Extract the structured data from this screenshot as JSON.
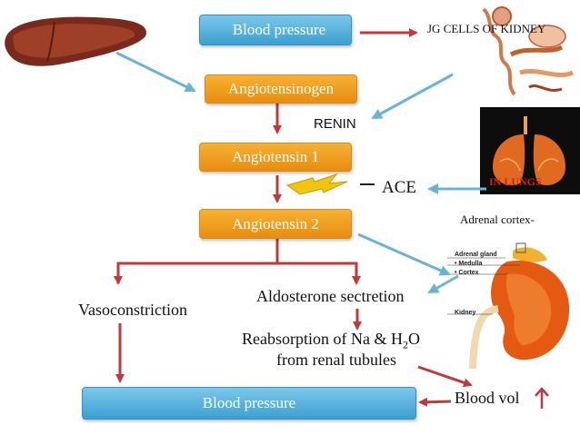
{
  "nodes": {
    "bp_top": "Blood pressure",
    "angiotensinogen": "Angiotensinogen",
    "angiotensin1": "Angiotensin 1",
    "angiotensin2": "Angiotensin 2",
    "bp_bottom": "Blood pressure"
  },
  "labels": {
    "jg_cells": "JG CELLS OF KIDNEY",
    "renin": "RENIN",
    "in_lungs": "IN LUNGS",
    "ace": "ACE",
    "adrenal_cortex": "Adrenal cortex-",
    "vasoconstriction": "Vasoconstriction",
    "aldosterone": "Aldosterone sectretion",
    "reabsorption_prefix": "Reabsorption of Na & H",
    "reabsorption_sub": "2",
    "reabsorption_suffix": "O",
    "renal_tubules": "from renal tubules",
    "blood_vol": "Blood vol"
  },
  "kidney_labels": {
    "gland": "Adrenal gland",
    "medulla": "• Medulla",
    "cortex": "• Cortex",
    "kidney": "Kidney"
  },
  "colors": {
    "orange_box": "#f0a020",
    "blue_box": "#5bb4e0",
    "red_arrow": "#c0393b",
    "blue_arrow": "#6bb3d4"
  }
}
